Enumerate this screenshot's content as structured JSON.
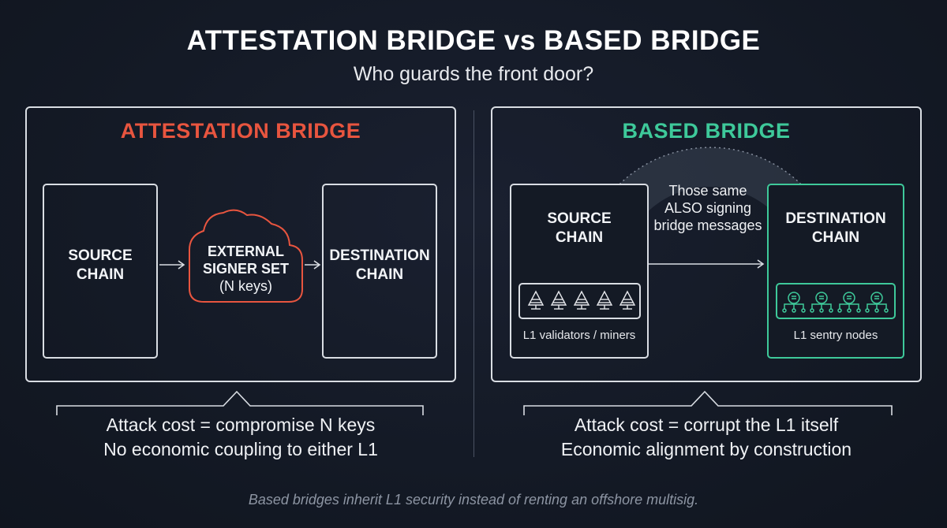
{
  "header": {
    "title": "ATTESTATION BRIDGE vs BASED BRIDGE",
    "subtitle": "Who guards the front door?"
  },
  "attestation": {
    "title": "ATTESTATION BRIDGE",
    "source_line1": "SOURCE",
    "source_line2": "CHAIN",
    "signer_line1": "EXTERNAL",
    "signer_line2": "SIGNER SET",
    "signer_line3": "(N keys)",
    "dest_line1": "DESTINATION",
    "dest_line2": "CHAIN",
    "caption_line1": "Attack cost = compromise N keys",
    "caption_line2": "No economic coupling to either L1"
  },
  "based": {
    "title": "BASED BRIDGE",
    "source_line1": "SOURCE",
    "source_line2": "CHAIN",
    "arc_line1": "Those same",
    "arc_line2": "ALSO signing",
    "arc_line3": "bridge messages",
    "dest_line1": "DESTINATION",
    "dest_line2": "CHAIN",
    "validators_label": "L1 validators / miners",
    "sentry_label": "L1 sentry nodes",
    "caption_line1": "Attack cost = corrupt the L1 itself",
    "caption_line2": "Economic alignment by construction"
  },
  "footer": "Based bridges inherit L1 security instead of renting an offshore multisig.",
  "colors": {
    "attestation_accent": "#e8553f",
    "based_accent": "#3ec99a",
    "line": "#d9dde3"
  },
  "icons": {
    "validator": "validator-node-icon",
    "sentry": "sentry-node-icon",
    "cloud": "cloud-icon"
  }
}
